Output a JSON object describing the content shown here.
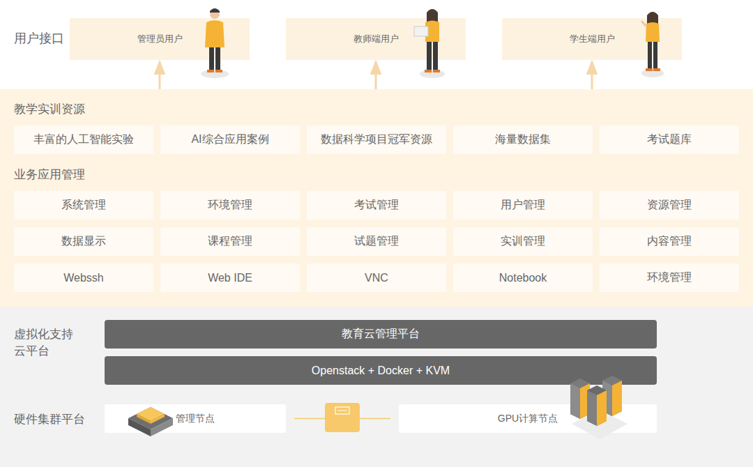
{
  "diagram": {
    "nodes": [
      {
        "text": [
          "管理员用户"
        ]
      },
      {
        "text": [
          "教师端用户"
        ]
      },
      {
        "text": [
          "学生端用户"
        ]
      },
      {
        "text": [
          "教学实训资源",
          "业务应用管理"
        ]
      },
      {
        "text": [
          "丰富的人工智能实验"
        ],
        "in": 3
      },
      {
        "text": [
          "AI综合应用案例"
        ],
        "in": 3
      },
      {
        "text": [
          "数据科学项目冠军资源"
        ],
        "in": 3
      },
      {
        "text": [
          "海量数据集"
        ],
        "in": 3
      },
      {
        "text": [
          "考试题库"
        ],
        "in": 3
      },
      {
        "text": [
          "系统管理"
        ],
        "in": 3
      },
      {
        "text": [
          "环境管理"
        ],
        "in": 3
      },
      {
        "text": [
          "考试管理"
        ],
        "in": 3
      },
      {
        "text": [
          "用户管理"
        ],
        "in": 3
      },
      {
        "text": [
          "资源管理"
        ],
        "in": 3
      },
      {
        "text": [
          "数据显示"
        ],
        "in": 3
      },
      {
        "text": [
          "课程管理"
        ],
        "in": 3
      },
      {
        "text": [
          "试题管理"
        ],
        "in": 3
      },
      {
        "text": [
          "实训管理"
        ],
        "in": 3
      },
      {
        "text": [
          "内容管理"
        ],
        "in": 3
      },
      {
        "text": [
          "Webssh"
        ],
        "in": 3
      },
      {
        "text": [
          "Web IDE"
        ],
        "in": 3
      },
      {
        "text": [
          "VNC"
        ],
        "in": 3
      },
      {
        "text": [
          "Notebook"
        ],
        "in": 3
      },
      {
        "text": [
          "环境管理"
        ],
        "in": 3
      },
      {
        "text": [
          "虚拟化支持 云平台",
          "硬件集群平台"
        ]
      },
      {
        "text": [
          "教育云管理平台"
        ],
        "in": 24
      },
      {
        "text": [
          "Openstack + Docker + KVM"
        ],
        "in": 24
      },
      {
        "text": [
          "管理节点"
        ],
        "in": 24
      },
      {
        "text": [
          "GPU计算节点"
        ],
        "in": 24
      }
    ],
    "edges": [
      {
        "from": 3,
        "to": 0,
        "arrow": "to"
      },
      {
        "from": 3,
        "to": 1,
        "arrow": "to"
      },
      {
        "from": 3,
        "to": 2,
        "arrow": "to"
      },
      {
        "from": 27,
        "to": 28,
        "arrow": "none"
      }
    ],
    "labels": [
      "用户接口"
    ]
  }
}
